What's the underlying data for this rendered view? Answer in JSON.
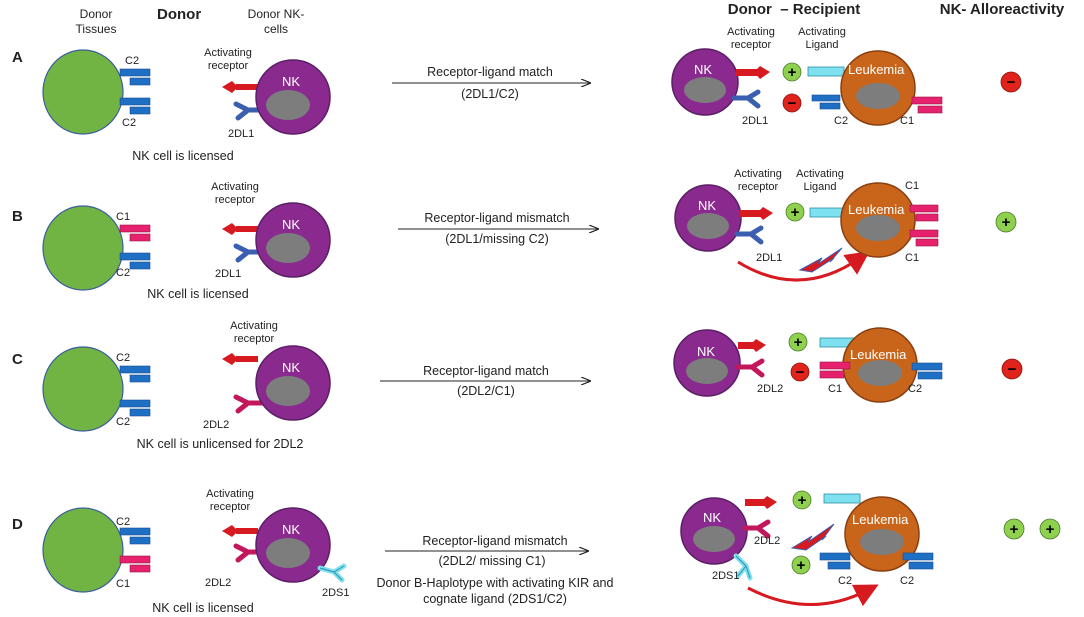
{
  "headers": {
    "donor": "Donor",
    "donor_tissues": [
      "Donor",
      "Tissues"
    ],
    "donor_nk_cells": [
      "Donor NK-",
      "cells"
    ],
    "donor_recipient": "Donor  – Recipient",
    "nk_alloreactivity": "NK- Alloreactivity"
  },
  "cell_labels": {
    "nk": "NK",
    "leukemia": "Leukemia"
  },
  "common_labels": {
    "activating_receptor": [
      "Activating",
      "receptor"
    ],
    "activating_ligand": [
      "Activating",
      "Ligand"
    ]
  },
  "colors": {
    "tissue_green": "#72b443",
    "nk_purple": "#8a2a8f",
    "nucleus_gray": "#7d7d7d",
    "leukemia_orange": "#c8651b",
    "c2_blue": "#1f6fc4",
    "c1_pink": "#e6216e",
    "activating_ligand_cyan": "#7fe0f0",
    "activating_receptor_red": "#d71920",
    "plus_green": "#8fd14f",
    "minus_red": "#e0231c"
  },
  "rows": [
    {
      "letter": "A",
      "tissue_labels": [
        "C2",
        "C2"
      ],
      "nk_receptor": "2DL1",
      "licensing": "NK cell is licensed",
      "arrow_text": [
        "Receptor-ligand match",
        "(2DL1/C2)"
      ],
      "recipient": {
        "receptor": "2DL1",
        "ligands": [
          "C2",
          "C1"
        ]
      },
      "outcome": [
        "minus"
      ]
    },
    {
      "letter": "B",
      "tissue_labels": [
        "C1",
        "C2"
      ],
      "nk_receptor": "2DL1",
      "licensing": "NK cell is licensed",
      "arrow_text": [
        "Receptor-ligand mismatch",
        "(2DL1/missing C2)"
      ],
      "recipient": {
        "receptor": "2DL1",
        "ligands": [
          "C1",
          "C1"
        ]
      },
      "outcome": [
        "plus"
      ]
    },
    {
      "letter": "C",
      "tissue_labels": [
        "C2",
        "C2"
      ],
      "nk_receptor": "2DL2",
      "licensing": "NK cell is unlicensed for 2DL2",
      "arrow_text": [
        "Receptor-ligand match",
        "(2DL2/C1)"
      ],
      "recipient": {
        "receptor": "2DL2",
        "ligands": [
          "C1",
          "C2"
        ]
      },
      "outcome": [
        "minus"
      ]
    },
    {
      "letter": "D",
      "tissue_labels": [
        "C2",
        "C1"
      ],
      "nk_receptor": "2DL2",
      "nk_receptor2": "2DS1",
      "licensing": "NK cell is licensed",
      "arrow_text": [
        "Receptor-ligand mismatch",
        "(2DL2/ missing C1)"
      ],
      "extra_text": [
        "Donor B-Haplotype with activating KIR and",
        "cognate ligand (2DS1/C2)"
      ],
      "recipient": {
        "receptor": "2DL2",
        "receptor2": "2DS1",
        "ligands": [
          "C2",
          "C2"
        ]
      },
      "outcome": [
        "plus",
        "plus"
      ]
    }
  ]
}
